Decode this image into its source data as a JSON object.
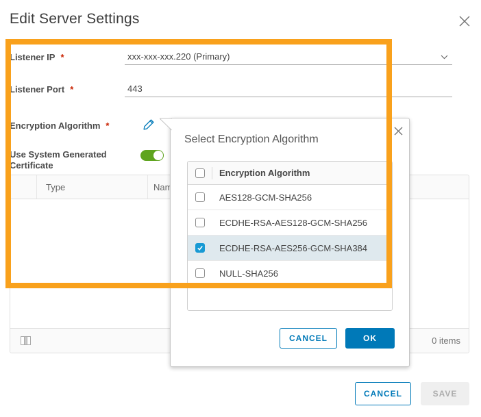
{
  "colors": {
    "accent_blue": "#0079b8",
    "checkbox_blue": "#189ad4",
    "toggle_green": "#5fa41f",
    "highlight_orange": "#f9a11c",
    "required_red": "#c92100",
    "selected_row_bg": "#dfe9ee"
  },
  "dialog": {
    "title": "Edit Server Settings",
    "fields": {
      "listener_ip": {
        "label": "Listener IP",
        "required": "*",
        "value": "xxx-xxx-xxx.220 (Primary)"
      },
      "listener_port": {
        "label": "Listener Port",
        "required": "*",
        "value": "443"
      },
      "encryption_algorithm": {
        "label": "Encryption Algorithm",
        "required": "*"
      },
      "certificate_toggle": {
        "label": "Use System Generated Certificate",
        "state": "on"
      }
    },
    "table": {
      "columns": {
        "c1": "",
        "c2": "Type",
        "c3": "Nam"
      },
      "footer": {
        "items_text": "0 items"
      }
    },
    "buttons": {
      "cancel": "CANCEL",
      "save": "SAVE"
    }
  },
  "modal": {
    "title": "Select Encryption Algorithm",
    "column_header": "Encryption Algorithm",
    "rows": [
      {
        "label": "AES128-GCM-SHA256",
        "checked": false
      },
      {
        "label": "ECDHE-RSA-AES128-GCM-SHA256",
        "checked": false
      },
      {
        "label": "ECDHE-RSA-AES256-GCM-SHA384",
        "checked": true
      },
      {
        "label": "NULL-SHA256",
        "checked": false
      }
    ],
    "buttons": {
      "cancel": "CANCEL",
      "ok": "OK"
    }
  }
}
